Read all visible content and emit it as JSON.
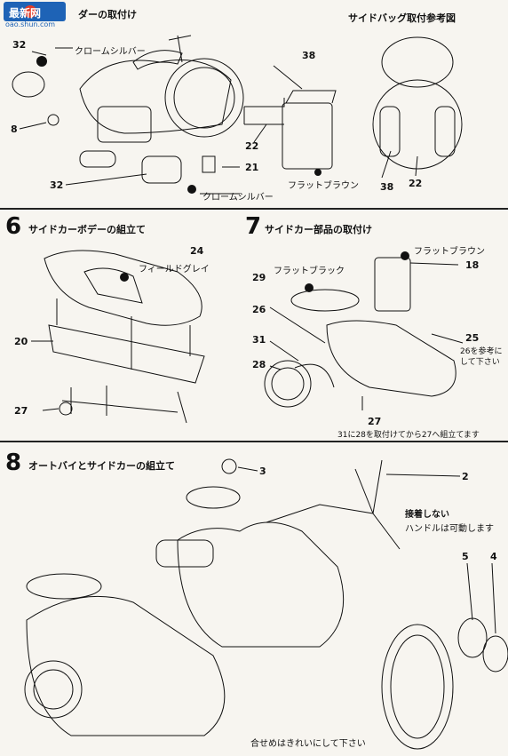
{
  "watermark": {
    "brand": "最新网",
    "url": "oao.shun.com"
  },
  "panel_top": {
    "title": "ダーの取付け",
    "right_title": "サイドバッグ取付参考図",
    "parts": [
      "32",
      "8",
      "38",
      "22",
      "21",
      "32",
      "38",
      "22"
    ],
    "notes": [
      "クロームシルバー",
      "クロームシルバー",
      "フラットブラウン"
    ]
  },
  "step6": {
    "number": "6",
    "title": "サイドカーボデーの組立て",
    "parts": [
      "24",
      "20",
      "27"
    ],
    "notes": [
      "フィールドグレイ"
    ]
  },
  "step7": {
    "number": "7",
    "title": "サイドカー部品の取付け",
    "parts": [
      "18",
      "29",
      "26",
      "31",
      "28",
      "25",
      "27"
    ],
    "notes": [
      "フラットブラウン",
      "フラットブラック",
      "26を参考に",
      "して下さい",
      "31に28を取付けてから27へ組立てます"
    ]
  },
  "step8": {
    "number": "8",
    "title": "オートバイとサイドカーの組立て",
    "parts": [
      "3",
      "2",
      "5",
      "4"
    ],
    "notes": [
      "接着しない",
      "ハンドルは可動します",
      "合せめはきれいにして下さい"
    ]
  }
}
